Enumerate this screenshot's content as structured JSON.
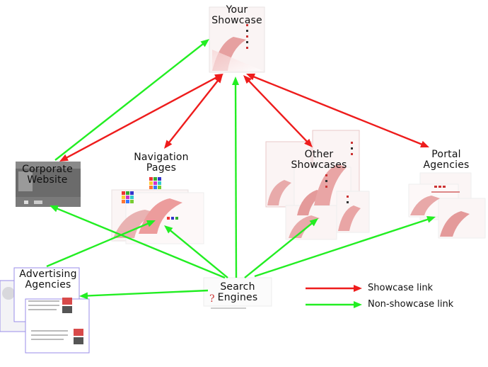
{
  "colors": {
    "showcase_link": "#ee1c1c",
    "non_showcase_link": "#22ee22",
    "thumb_pink": "#f2b8b8",
    "thumb_red": "#d84a4a",
    "frame_blue": "#9a8ee8",
    "grey_site": "#6b6b6b"
  },
  "nodes": {
    "your_showcase": {
      "line1": "Your",
      "line2": "Showcase"
    },
    "corporate_website": {
      "line1": "Corporate",
      "line2": "Website"
    },
    "navigation_pages": {
      "line1": "Navigation",
      "line2": "Pages"
    },
    "other_showcases": {
      "line1": "Other",
      "line2": "Showcases"
    },
    "portal_agencies": {
      "line1": "Portal",
      "line2": "Agencies"
    },
    "advertising_agencies": {
      "line1": "Advertising",
      "line2": "Agencies"
    },
    "search_engines": {
      "line1": "Search",
      "line2": "Engines"
    }
  },
  "legend": {
    "showcase_link": "Showcase link",
    "non_showcase_link": "Non-showcase link"
  },
  "edges": [
    {
      "from": "corporate_website",
      "to": "your_showcase",
      "type": "non_showcase_link",
      "direction": "forward"
    },
    {
      "from": "corporate_website",
      "to": "your_showcase",
      "type": "showcase_link",
      "direction": "both"
    },
    {
      "from": "your_showcase",
      "to": "navigation_pages",
      "type": "showcase_link",
      "direction": "both"
    },
    {
      "from": "your_showcase",
      "to": "other_showcases",
      "type": "showcase_link",
      "direction": "both"
    },
    {
      "from": "your_showcase",
      "to": "portal_agencies",
      "type": "showcase_link",
      "direction": "both"
    },
    {
      "from": "search_engines",
      "to": "your_showcase",
      "type": "non_showcase_link",
      "direction": "forward"
    },
    {
      "from": "search_engines",
      "to": "corporate_website",
      "type": "non_showcase_link",
      "direction": "forward"
    },
    {
      "from": "search_engines",
      "to": "navigation_pages",
      "type": "non_showcase_link",
      "direction": "forward"
    },
    {
      "from": "search_engines",
      "to": "other_showcases",
      "type": "non_showcase_link",
      "direction": "forward"
    },
    {
      "from": "search_engines",
      "to": "portal_agencies",
      "type": "non_showcase_link",
      "direction": "forward"
    },
    {
      "from": "search_engines",
      "to": "advertising_agencies",
      "type": "non_showcase_link",
      "direction": "forward"
    },
    {
      "from": "advertising_agencies",
      "to": "navigation_pages",
      "type": "non_showcase_link",
      "direction": "forward"
    }
  ]
}
